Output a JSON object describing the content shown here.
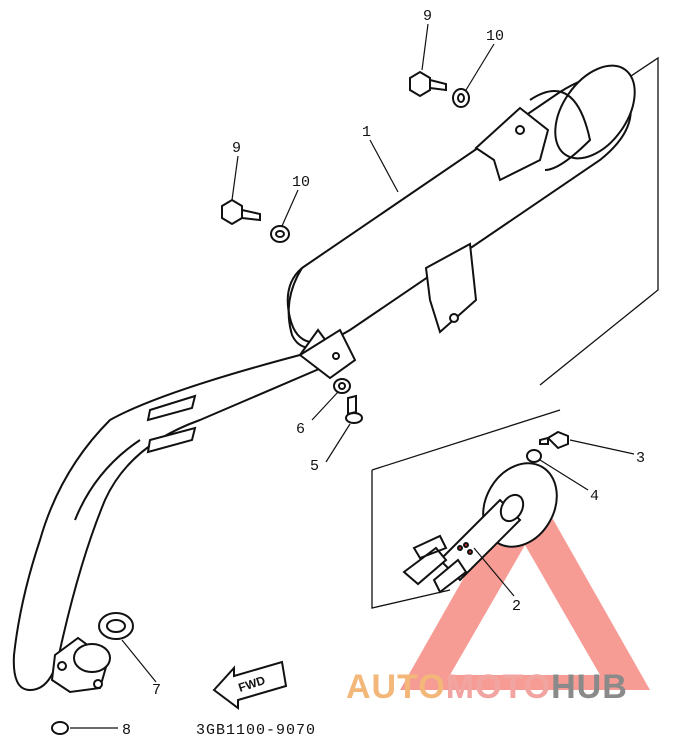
{
  "diagram": {
    "part_code": "3GB1100-9070",
    "fwd_label": "FWD",
    "callouts": {
      "c1": "1",
      "c2": "2",
      "c3": "3",
      "c4": "4",
      "c5": "5",
      "c6": "6",
      "c7": "7",
      "c8": "8",
      "c9a": "9",
      "c9b": "9",
      "c10a": "10",
      "c10b": "10"
    }
  },
  "watermark": {
    "word_auto": "AUTO",
    "word_moto": "MOTO",
    "word_hub": "HUB",
    "colors": {
      "auto": "#f3b77a",
      "moto": "#f2a5a0",
      "hub": "#8a8a8a",
      "triangle": "#ef4b3c"
    }
  }
}
